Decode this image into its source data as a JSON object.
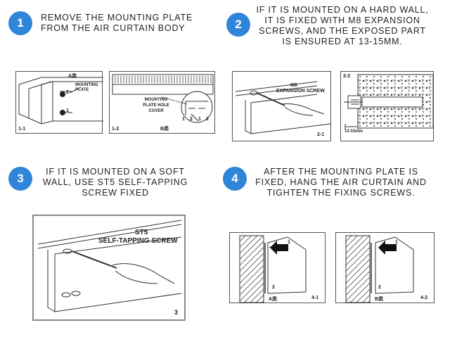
{
  "steps": [
    {
      "number": "1",
      "lines": [
        "REMOVE THE MOUNTING PLATE",
        "FROM THE AIR CURTAIN BODY"
      ]
    },
    {
      "number": "2",
      "lines": [
        "IF IT IS MOUNTED ON A HARD WALL,",
        "IT IS FIXED WITH M8 EXPANSION",
        "SCREWS, AND THE EXPOSED PART",
        "IS ENSURED AT 13-15MM."
      ]
    },
    {
      "number": "3",
      "lines": [
        "IF IT IS MOUNTED ON A SOFT",
        "WALL, USE ST5 SELF-TAPPING",
        "SCREW FIXED"
      ]
    },
    {
      "number": "4",
      "lines": [
        "AFTER THE MOUNTING PLATE IS",
        "FIXED, HANG THE AIR CURTAIN AND",
        "TIGHTEN THE FIXING SCREWS."
      ]
    }
  ],
  "figures": {
    "f11": {
      "tag": "1-1",
      "type_label": "A类",
      "callout": "MOUNTING PLATE",
      "marks": [
        "2",
        "1"
      ]
    },
    "f12": {
      "tag": "1-2",
      "type_label": "B类",
      "callout": "MOUNTING PLATE HOLE COVER",
      "marks": [
        "1",
        "2",
        "1",
        "2"
      ]
    },
    "f21": {
      "tag": "2-1",
      "callout_line1": "M8",
      "callout_line2": "EXPANSION SCREW"
    },
    "f22": {
      "tag": "2-2",
      "dimension": "13-15mm"
    },
    "f3": {
      "tag": "3",
      "callout_line1": "ST5",
      "callout_line2": "SELF-TAPPING SCREW"
    },
    "f41": {
      "tag": "4-1",
      "type_label": "A类",
      "marks": [
        "1",
        "2"
      ]
    },
    "f42": {
      "tag": "4-2",
      "type_label": "B类",
      "marks": [
        "1",
        "2"
      ]
    }
  },
  "colors": {
    "step_circle": "#2f86d8",
    "line": "#333333"
  }
}
